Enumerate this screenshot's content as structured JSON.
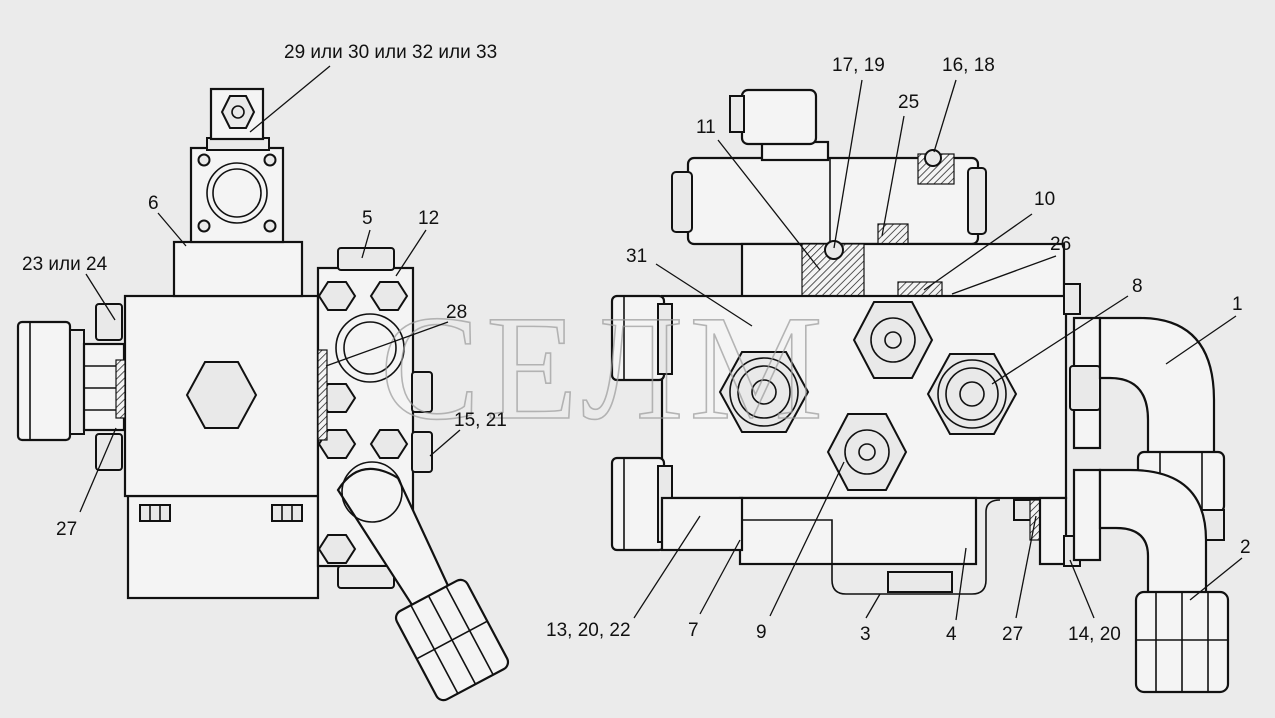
{
  "watermark": "СЕЛМ",
  "labels": {
    "l29": "29 или 30 или 32 или 33",
    "l6": "6",
    "l23": "23 или 24",
    "l5": "5",
    "l12": "12",
    "l28": "28",
    "l15": "15, 21",
    "l27a": "27",
    "l17": "17, 19",
    "l16": "16, 18",
    "l25": "25",
    "l11": "11",
    "l10": "10",
    "l26": "26",
    "l31": "31",
    "l8": "8",
    "l1": "1",
    "l2": "2",
    "l13": "13, 20, 22",
    "l7": "7",
    "l9": "9",
    "l3": "3",
    "l4": "4",
    "l27b": "27",
    "l14": "14, 20"
  }
}
